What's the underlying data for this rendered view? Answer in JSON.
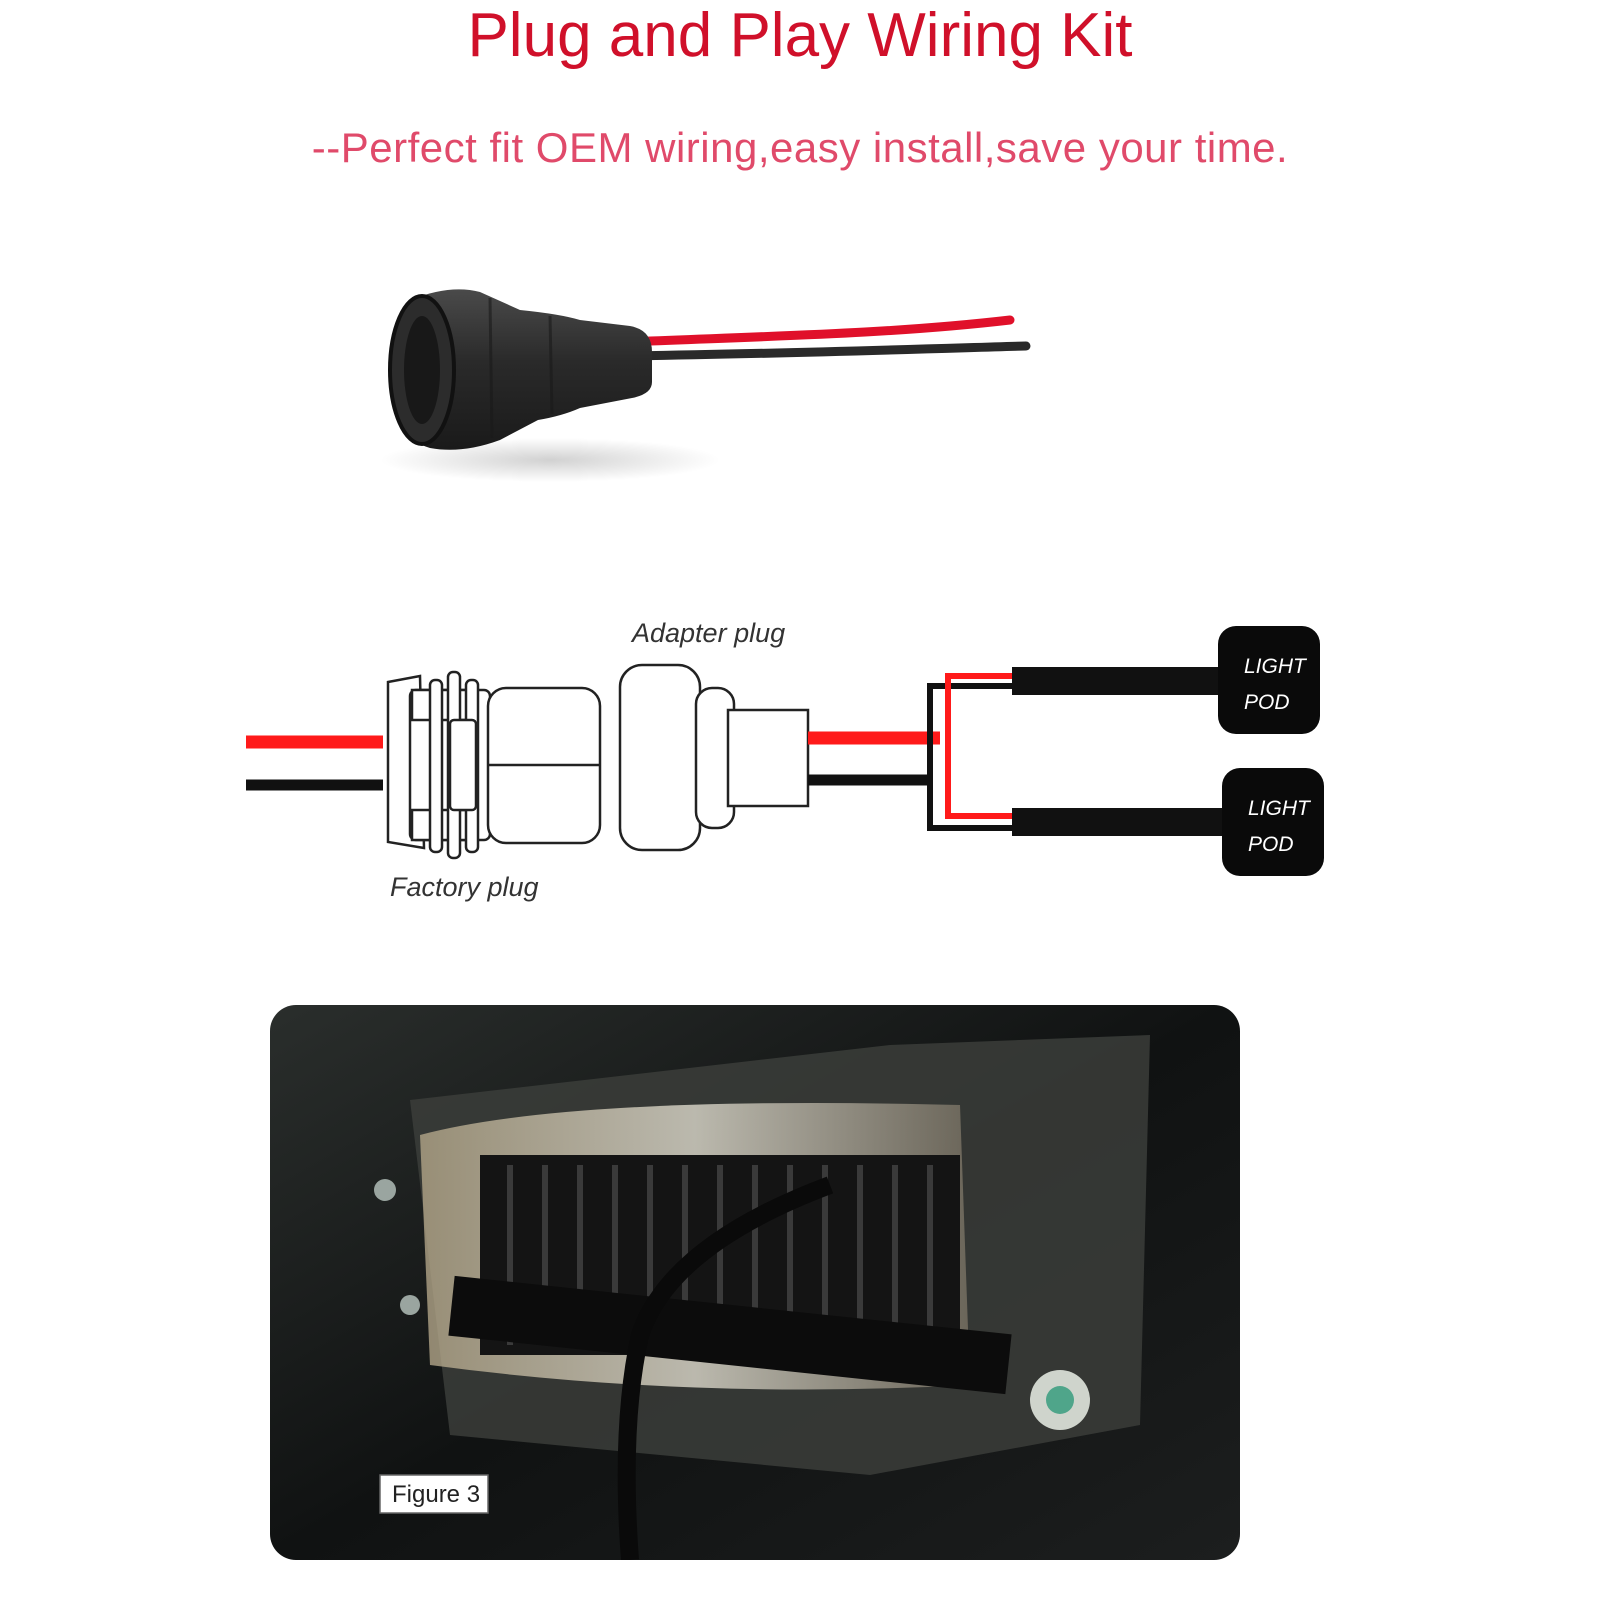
{
  "header": {
    "title": "Plug and Play Wiring Kit",
    "subtitle": "--Perfect fit OEM wiring,easy  install,save your time."
  },
  "diagram": {
    "adapter_label": "Adapter plug",
    "factory_label": "Factory plug",
    "pods": [
      {
        "line1": "LIGHT",
        "line2": "POD"
      },
      {
        "line1": "LIGHT",
        "line2": "POD"
      }
    ],
    "colors": {
      "positive_wire": "#ff1a1a",
      "negative_wire": "#111111",
      "accent": "#d0102a"
    }
  },
  "photo": {
    "figure_label": "Figure 3"
  }
}
